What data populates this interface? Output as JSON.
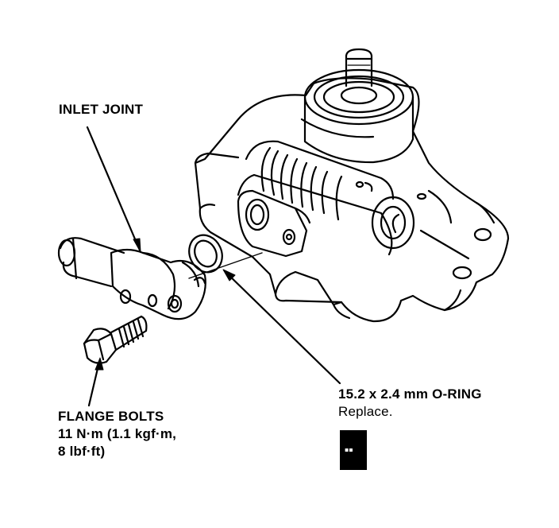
{
  "labels": {
    "inlet_joint": "INLET JOINT",
    "flange_bolts": {
      "title": "FLANGE BOLTS",
      "torque_line1": "11 N·m (1.1 kgf·m,",
      "torque_line2": "8 lbf·ft)"
    },
    "o_ring": {
      "title": "15.2 x 2.4 mm O-RING",
      "note": "Replace."
    }
  },
  "icons": {
    "replace_badge": "replace-part-icon"
  },
  "colors": {
    "line": "#000000",
    "background": "#ffffff"
  }
}
